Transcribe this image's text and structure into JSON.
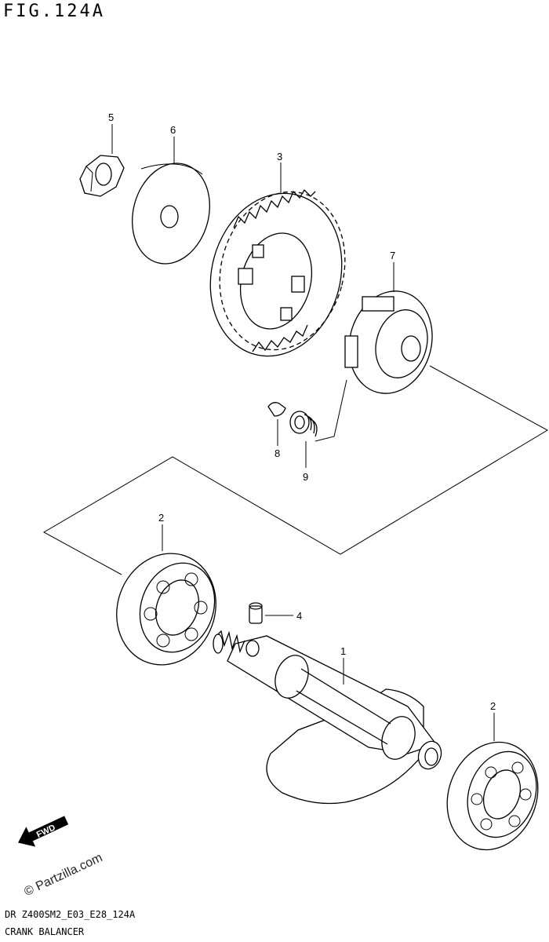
{
  "figure": {
    "title": "FIG.124A",
    "code": "DR Z400SM2_E03_E28_124A",
    "name": "CRANK BALANCER",
    "watermark": "© Partzilla.com",
    "fwd_label": "FWD"
  },
  "callouts": [
    {
      "id": "p5",
      "label": "5"
    },
    {
      "id": "p6",
      "label": "6"
    },
    {
      "id": "p3",
      "label": "3"
    },
    {
      "id": "p7",
      "label": "7"
    },
    {
      "id": "p8",
      "label": "8"
    },
    {
      "id": "p9",
      "label": "9"
    },
    {
      "id": "p2a",
      "label": "2"
    },
    {
      "id": "p4",
      "label": "4"
    },
    {
      "id": "p1",
      "label": "1"
    },
    {
      "id": "p2b",
      "label": "2"
    }
  ]
}
